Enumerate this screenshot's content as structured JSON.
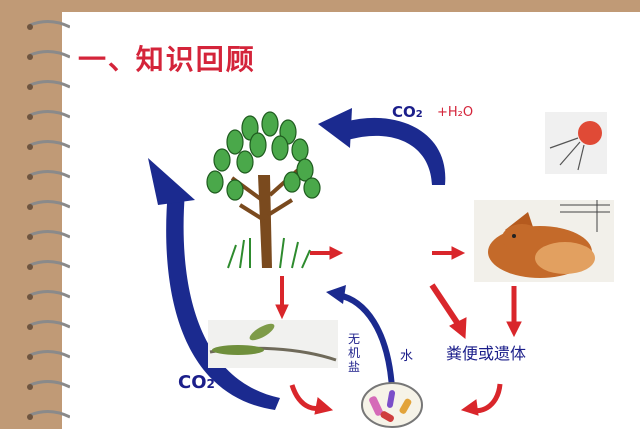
{
  "title": {
    "number": "一、",
    "text": "知识回顾"
  },
  "labels": {
    "co2_top_main": "CO",
    "co2_top_sub": "2",
    "h2o": "+H₂O",
    "co2_left_main": "CO",
    "co2_left_sub": "2",
    "inorganic_salt": "无机盐",
    "water": "水",
    "feces_remains": "粪便或遗体"
  },
  "icons": [
    "plant-tree-icon",
    "sun-icon",
    "fox-icon",
    "leaf-branch-icon",
    "microbe-dish-icon",
    "notebook-ring-icon"
  ],
  "colors": {
    "arrow_blue": "#1b2a8f",
    "arrow_red": "#d9262b",
    "title_red": "#d4243a",
    "background_brown": "#c09a76"
  }
}
